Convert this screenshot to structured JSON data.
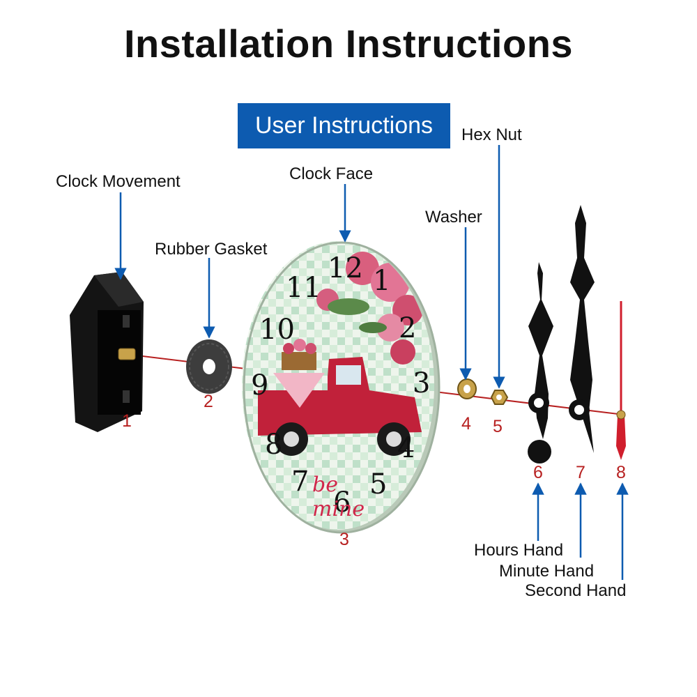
{
  "title": "Installation Instructions",
  "banner": "User Instructions",
  "parts": {
    "clock_movement": {
      "label": "Clock Movement",
      "number": "1"
    },
    "rubber_gasket": {
      "label": "Rubber Gasket",
      "number": "2"
    },
    "clock_face": {
      "label": "Clock Face",
      "number": "3",
      "numerals": [
        "12",
        "1",
        "2",
        "3",
        "4",
        "5",
        "6",
        "7",
        "8",
        "9",
        "10",
        "11"
      ],
      "text": "be mine"
    },
    "washer": {
      "label": "Washer",
      "number": "4"
    },
    "hex_nut": {
      "label": "Hex Nut",
      "number": "5"
    },
    "hours_hand": {
      "label": "Hours Hand",
      "number": "6"
    },
    "minute_hand": {
      "label": "Minute Hand",
      "number": "7"
    },
    "second_hand": {
      "label": "Second Hand",
      "number": "8"
    }
  },
  "colors": {
    "banner": "#0d5bb0",
    "arrow": "#0d5bb0",
    "axis": "#b72020",
    "numbers": "#b72020",
    "face_background": "#cfe7d6"
  }
}
